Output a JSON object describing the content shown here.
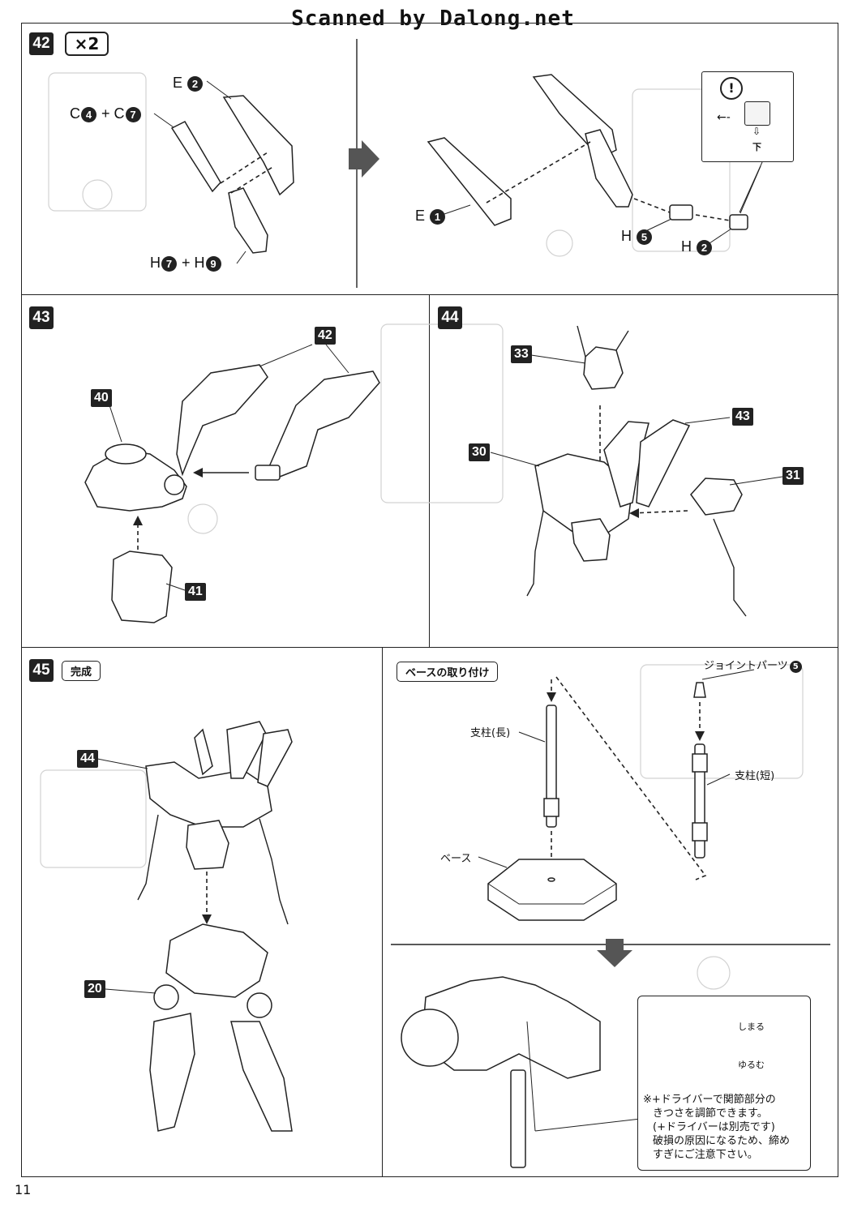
{
  "watermark": "Scanned by Dalong.net",
  "page_number": "11",
  "steps": {
    "s42": {
      "number": "42",
      "multiplier": "×2",
      "labels": {
        "e2": "E",
        "e2n": "2",
        "c4": "C",
        "c4n": "4",
        "plus1": "+",
        "c7": "C",
        "c7n": "7",
        "h7": "H",
        "h7n": "7",
        "plus2": "+",
        "h9": "H",
        "h9n": "9",
        "e1": "E",
        "e1n": "1",
        "h5": "H",
        "h5n": "5",
        "h2": "H",
        "h2n": "2"
      },
      "warning": {
        "symbol": "!",
        "down_label": "下"
      }
    },
    "s43": {
      "number": "43",
      "c40": "40",
      "c42": "42",
      "c41": "41"
    },
    "s44": {
      "number": "44",
      "c33": "33",
      "c43": "43",
      "c30": "30",
      "c31": "31"
    },
    "s45": {
      "number": "45",
      "tag": "完成",
      "c44": "44",
      "c20": "20"
    },
    "base": {
      "tag": "ベースの取り付け",
      "joint_label": "ジョイントパーツ",
      "joint_num": "5",
      "long_pillar": "支柱(長)",
      "short_pillar": "支柱(短)",
      "base_label": "ベース",
      "tighten": "しまる",
      "loosen": "ゆるむ",
      "note": [
        "※+ドライバーで関節部分の",
        "きつさを調節できます。",
        "(+ドライバーは別売です)",
        "破損の原因になるため、締め",
        "すぎにご注意下さい。"
      ]
    }
  }
}
